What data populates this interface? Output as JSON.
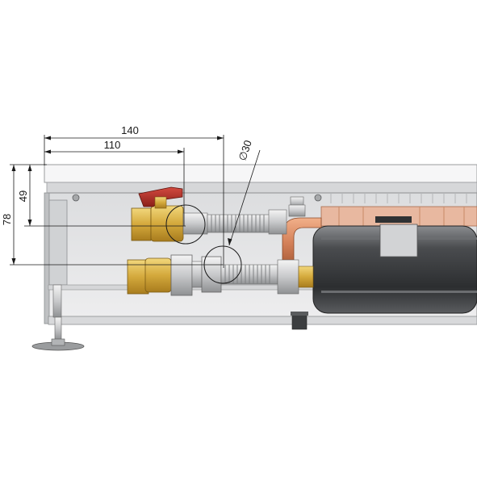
{
  "dimensions": {
    "width_outer": "140",
    "width_inner": "110",
    "diameter": "∅30",
    "height_total": "78",
    "height_inner": "49"
  },
  "colors": {
    "frame": "#c9cbcc",
    "body_fill": "#e6e7e8",
    "brass": "#d9b24a",
    "copper": "#d98a5c",
    "fan_dark": "#3c3e40",
    "line": "#2a2a2a"
  }
}
